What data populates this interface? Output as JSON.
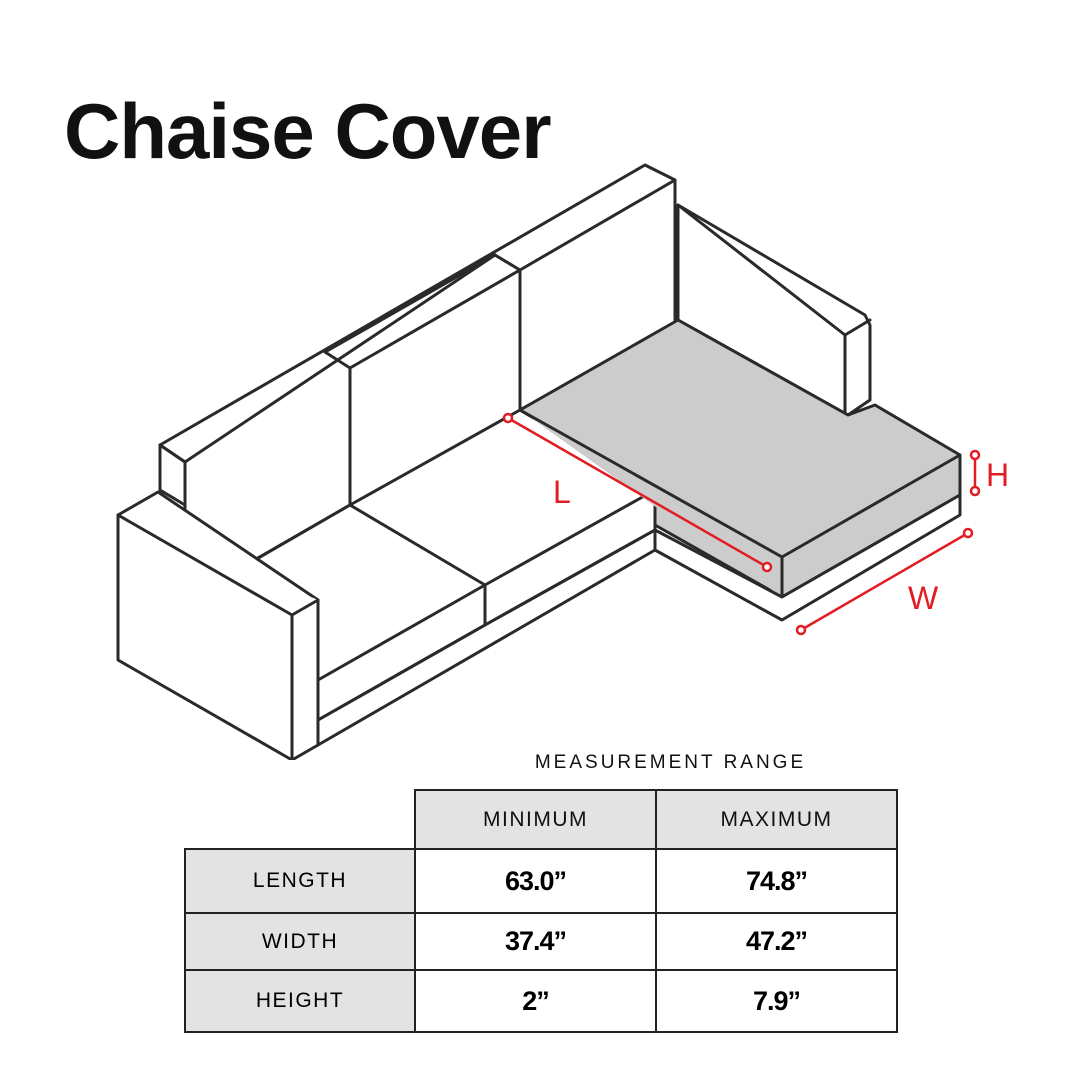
{
  "title": "Chaise Cover",
  "diagram": {
    "labels": {
      "length": "L",
      "width": "W",
      "height": "H"
    },
    "colors": {
      "outline": "#2a2a2a",
      "highlight_fill": "#cccccc",
      "dimension": "#e31b23"
    }
  },
  "table": {
    "caption": "MEASUREMENT RANGE",
    "columns": [
      "MINIMUM",
      "MAXIMUM"
    ],
    "rows": [
      {
        "label": "LENGTH",
        "min": "63.0”",
        "max": "74.8”"
      },
      {
        "label": "WIDTH",
        "min": "37.4”",
        "max": "47.2”"
      },
      {
        "label": "HEIGHT",
        "min": "2”",
        "max": "7.9”"
      }
    ]
  }
}
